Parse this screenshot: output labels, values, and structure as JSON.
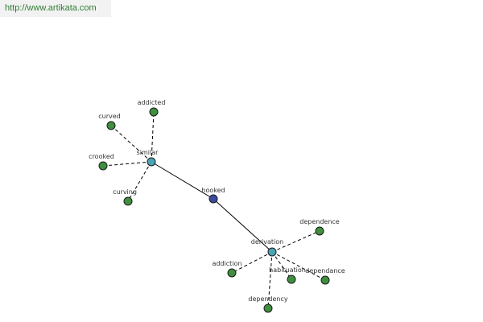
{
  "header": {
    "url": "http://www.artikata.com"
  },
  "colors": {
    "center_node": "#3a4aa0",
    "hub_node": "#4aa5b5",
    "leaf_node": "#3f8f3f",
    "url_text": "#2e7d32"
  },
  "graph": {
    "nodes": [
      {
        "id": "hooked",
        "label": "hooked",
        "kind": "center"
      },
      {
        "id": "similar",
        "label": "similar",
        "kind": "hub"
      },
      {
        "id": "derivation",
        "label": "derivation",
        "kind": "hub"
      },
      {
        "id": "addicted",
        "label": "addicted",
        "kind": "leaf"
      },
      {
        "id": "curved",
        "label": "curved",
        "kind": "leaf"
      },
      {
        "id": "crooked",
        "label": "crooked",
        "kind": "leaf"
      },
      {
        "id": "curving",
        "label": "curving",
        "kind": "leaf"
      },
      {
        "id": "dependence",
        "label": "dependence",
        "kind": "leaf"
      },
      {
        "id": "addiction",
        "label": "addiction",
        "kind": "leaf"
      },
      {
        "id": "habituation",
        "label": "habituation",
        "kind": "leaf"
      },
      {
        "id": "dependance",
        "label": "dependance",
        "kind": "leaf"
      },
      {
        "id": "dependency",
        "label": "dependency",
        "kind": "leaf"
      }
    ],
    "edges": [
      {
        "from": "hooked",
        "to": "similar",
        "style": "solid"
      },
      {
        "from": "hooked",
        "to": "derivation",
        "style": "solid"
      },
      {
        "from": "similar",
        "to": "addicted",
        "style": "dashed"
      },
      {
        "from": "similar",
        "to": "curved",
        "style": "dashed"
      },
      {
        "from": "similar",
        "to": "crooked",
        "style": "dashed"
      },
      {
        "from": "similar",
        "to": "curving",
        "style": "dashed"
      },
      {
        "from": "derivation",
        "to": "dependence",
        "style": "dashed"
      },
      {
        "from": "derivation",
        "to": "addiction",
        "style": "dashed"
      },
      {
        "from": "derivation",
        "to": "habituation",
        "style": "dashed"
      },
      {
        "from": "derivation",
        "to": "dependance",
        "style": "dashed"
      },
      {
        "from": "derivation",
        "to": "dependency",
        "style": "dashed"
      }
    ]
  }
}
